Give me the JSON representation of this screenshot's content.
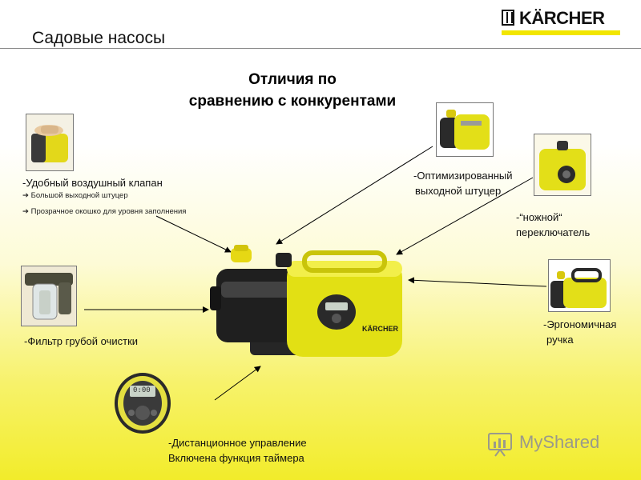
{
  "slide": {
    "title": "Садовые насосы",
    "heading_line1": "Отличия по",
    "heading_line2": "сравнению с конкурентами"
  },
  "logo": {
    "text": "KÄRCHER",
    "accent": "#f2e600"
  },
  "callouts": {
    "air_valve": {
      "title": "-Удобный воздушный клапан",
      "sub1": "Большой выходной штуцер",
      "sub2": "Прозрачное окошко для уровня заполнения"
    },
    "outlet": {
      "line1": "-Оптимизированный",
      "line2": "выходной штуцер"
    },
    "foot_switch": {
      "line1": "-“ножной“",
      "line2": "переключатель"
    },
    "handle": {
      "line1": "-Эргономичная",
      "line2": "ручка"
    },
    "filter": {
      "line1": "-Фильтр грубой очистки"
    },
    "remote": {
      "line1": "-Дистанционное управление",
      "line2": "Включена функция таймера"
    }
  },
  "pump": {
    "brand": "KÄRCHER",
    "body_color": "#e2e014",
    "dark_color": "#1e1e1e"
  },
  "remote_display": {
    "readout": "0:00"
  },
  "watermark": {
    "text": "MyShared"
  },
  "icons": {
    "arrow": "arrow-right-icon",
    "logo": "karcher-logo-icon",
    "watermark": "myshared-logo-icon"
  }
}
